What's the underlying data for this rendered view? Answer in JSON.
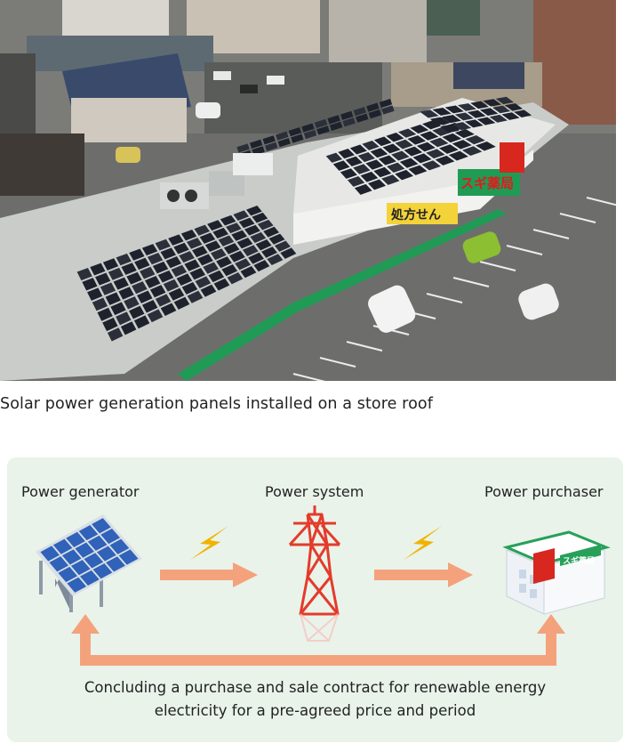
{
  "photo": {
    "caption": "Solar power generation panels installed on a store roof",
    "signs": {
      "pharmacy": "処方せん",
      "store_name": "スギ薬局"
    }
  },
  "diagram": {
    "nodes": [
      {
        "id": "generator",
        "label": "Power generator",
        "icon": "solar-panel-icon"
      },
      {
        "id": "system",
        "label": "Power system",
        "icon": "transmission-tower-icon"
      },
      {
        "id": "purchaser",
        "label": "Power purchaser",
        "icon": "store-building-icon"
      }
    ],
    "flow_icon": "lightning-bolt-icon",
    "contract_line1": "Concluding a purchase and sale contract for renewable energy",
    "contract_line2": "electricity for a pre-agreed price and period",
    "store_sign": "スギ薬局",
    "colors": {
      "arrow": "#f4a27c",
      "bolt": "#f0b400",
      "tower": "#e43b2b",
      "panel_bg": "#e9f3ea",
      "solar_blue": "#2f62b8",
      "store_green": "#27a05a",
      "store_red": "#d7271f"
    }
  }
}
